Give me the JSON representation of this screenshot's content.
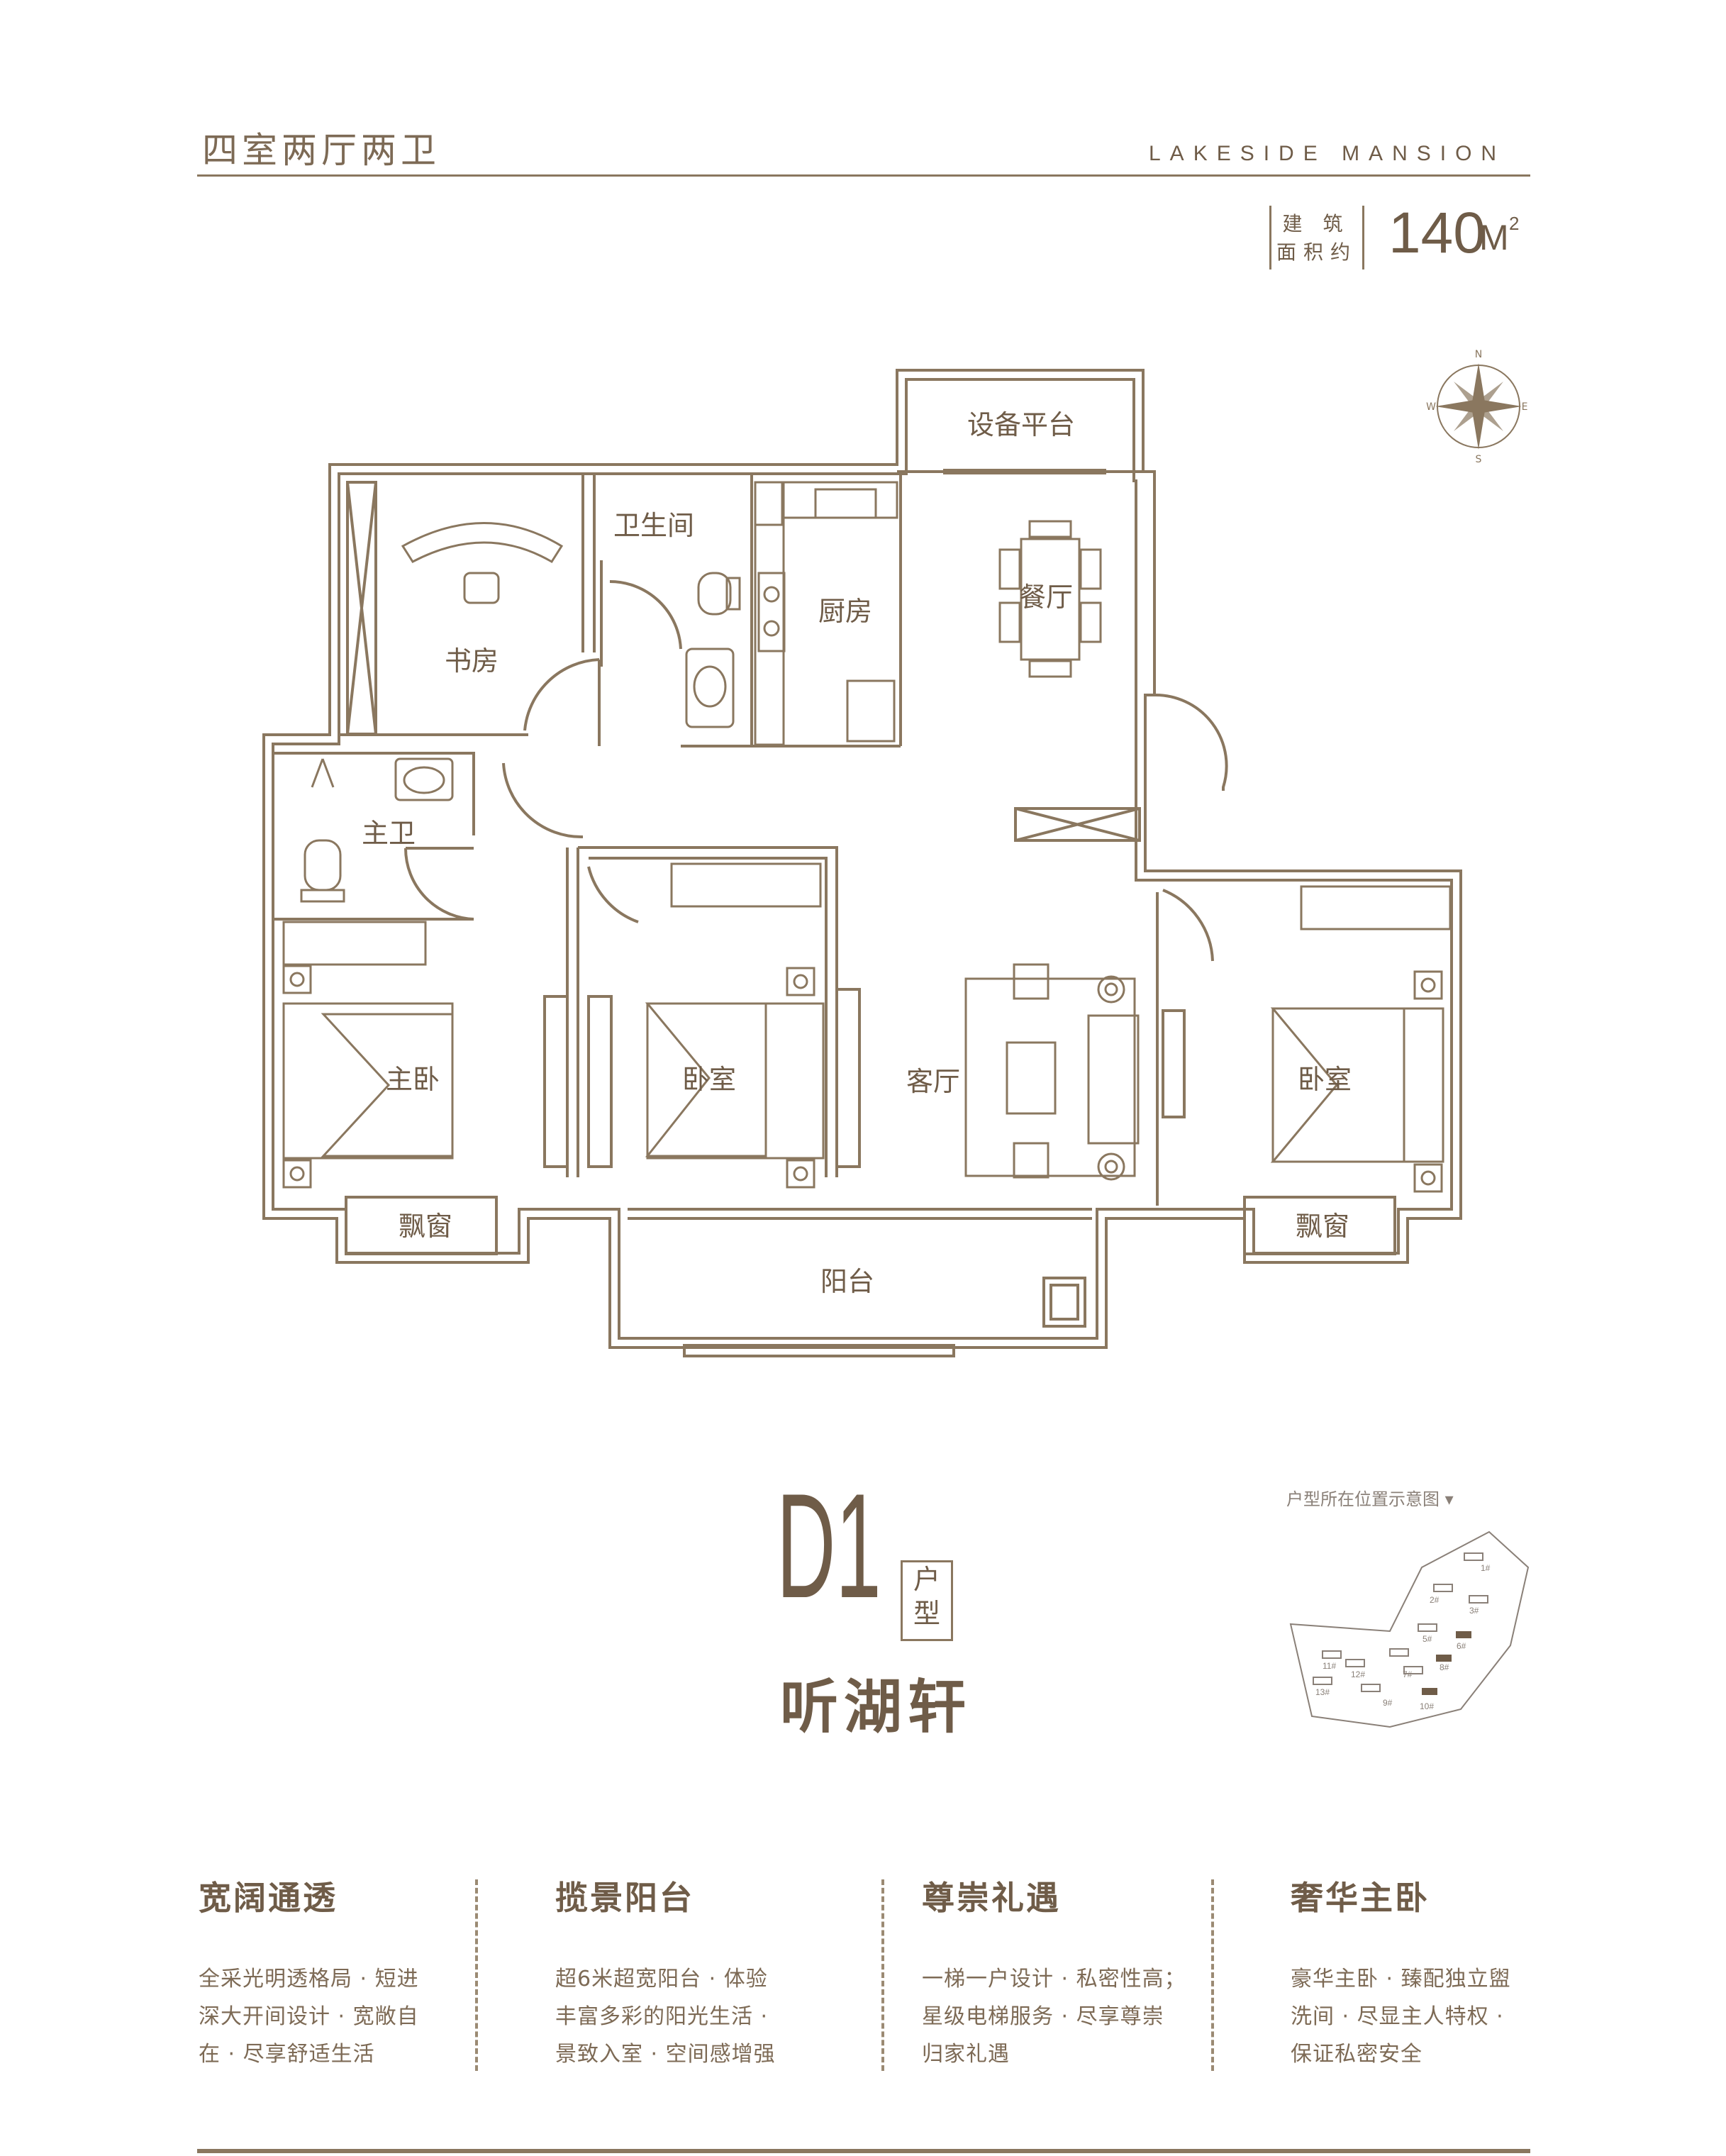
{
  "header": {
    "title": "四室两厅两卫",
    "brand": "LAKESIDE MANSION",
    "area_label": "建 筑\n面积约",
    "area_value": "140",
    "area_unit": "M",
    "area_sup": "2"
  },
  "compass": {
    "n": "N",
    "s": "S",
    "e": "E",
    "w": "W"
  },
  "rooms": {
    "equipment": "设备平台",
    "bath": "卫生间",
    "study": "书房",
    "kitchen": "厨房",
    "dining": "餐厅",
    "master_bath": "主卫",
    "master_bed": "主卧",
    "bed2": "卧室",
    "living": "客厅",
    "bed3": "卧室",
    "bay_left": "飘窗",
    "bay_right": "飘窗",
    "balcony": "阳台"
  },
  "unit": {
    "code": "D1",
    "type": "户型",
    "name": "听湖轩"
  },
  "location_map": {
    "caption": "户型所在位置示意图 ▾",
    "buildings": [
      "1#",
      "2#",
      "3#",
      "5#",
      "6#",
      "7#",
      "8#",
      "9#",
      "10#",
      "11#",
      "12#",
      "13#"
    ]
  },
  "features": [
    {
      "title": "宽阔通透",
      "lines": [
        "全采光明透格局 · 短进",
        "深大开间设计 · 宽敞自",
        "在 · 尽享舒适生活"
      ]
    },
    {
      "title": "揽景阳台",
      "lines": [
        "超6米超宽阳台 · 体验",
        "丰富多彩的阳光生活 ·",
        "景致入室 · 空间感增强"
      ]
    },
    {
      "title": "尊崇礼遇",
      "lines": [
        "一梯一户设计 · 私密性高；",
        "星级电梯服务 · 尽享尊崇",
        "归家礼遇"
      ]
    },
    {
      "title": "奢华主卧",
      "lines": [
        "豪华主卧 · 臻配独立盥",
        "洗间 · 尽显主人特权 ·",
        "保证私密安全"
      ]
    }
  ],
  "colors": {
    "accent": "#7d6a55",
    "line": "#8a775f",
    "background": "#ffffff"
  }
}
